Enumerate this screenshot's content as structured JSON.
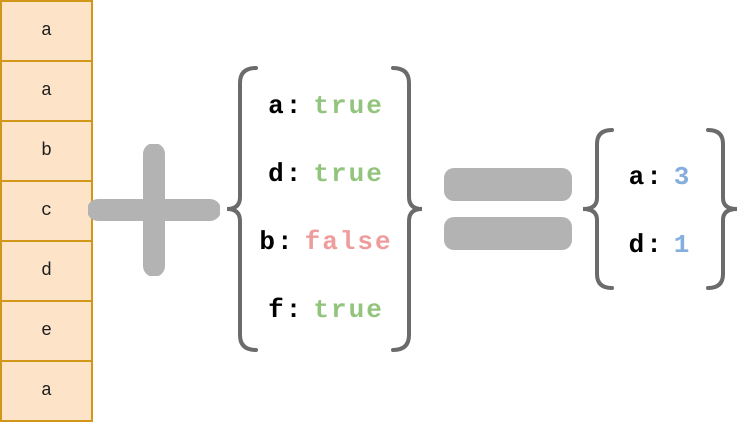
{
  "diagram": {
    "description": "List of letters plus boolean predicate map equals count map",
    "list_column": {
      "cells": [
        "a",
        "a",
        "b",
        "c",
        "d",
        "e",
        "a"
      ]
    },
    "plus_operator": "+",
    "equals_operator": "=",
    "predicate_map": {
      "entries": [
        {
          "key": "a",
          "sep": ":",
          "value": "true",
          "status": "true"
        },
        {
          "key": "d",
          "sep": ":",
          "value": "true",
          "status": "true"
        },
        {
          "key": "b",
          "sep": ":",
          "value": "false",
          "status": "false"
        },
        {
          "key": "f",
          "sep": ":",
          "value": "true",
          "status": "true"
        }
      ]
    },
    "result_map": {
      "entries": [
        {
          "key": "a",
          "sep": ":",
          "value": "3"
        },
        {
          "key": "d",
          "sep": ":",
          "value": "1"
        }
      ]
    },
    "colors": {
      "cell_fill": "#fde3c8",
      "cell_border": "#d29619",
      "operator_gray": "#b3b3b3",
      "brace_gray": "#6b6b6b",
      "true_green": "#93c47d",
      "false_red": "#ee9c9c",
      "count_blue": "#85aede",
      "key_black": "#000000"
    }
  }
}
